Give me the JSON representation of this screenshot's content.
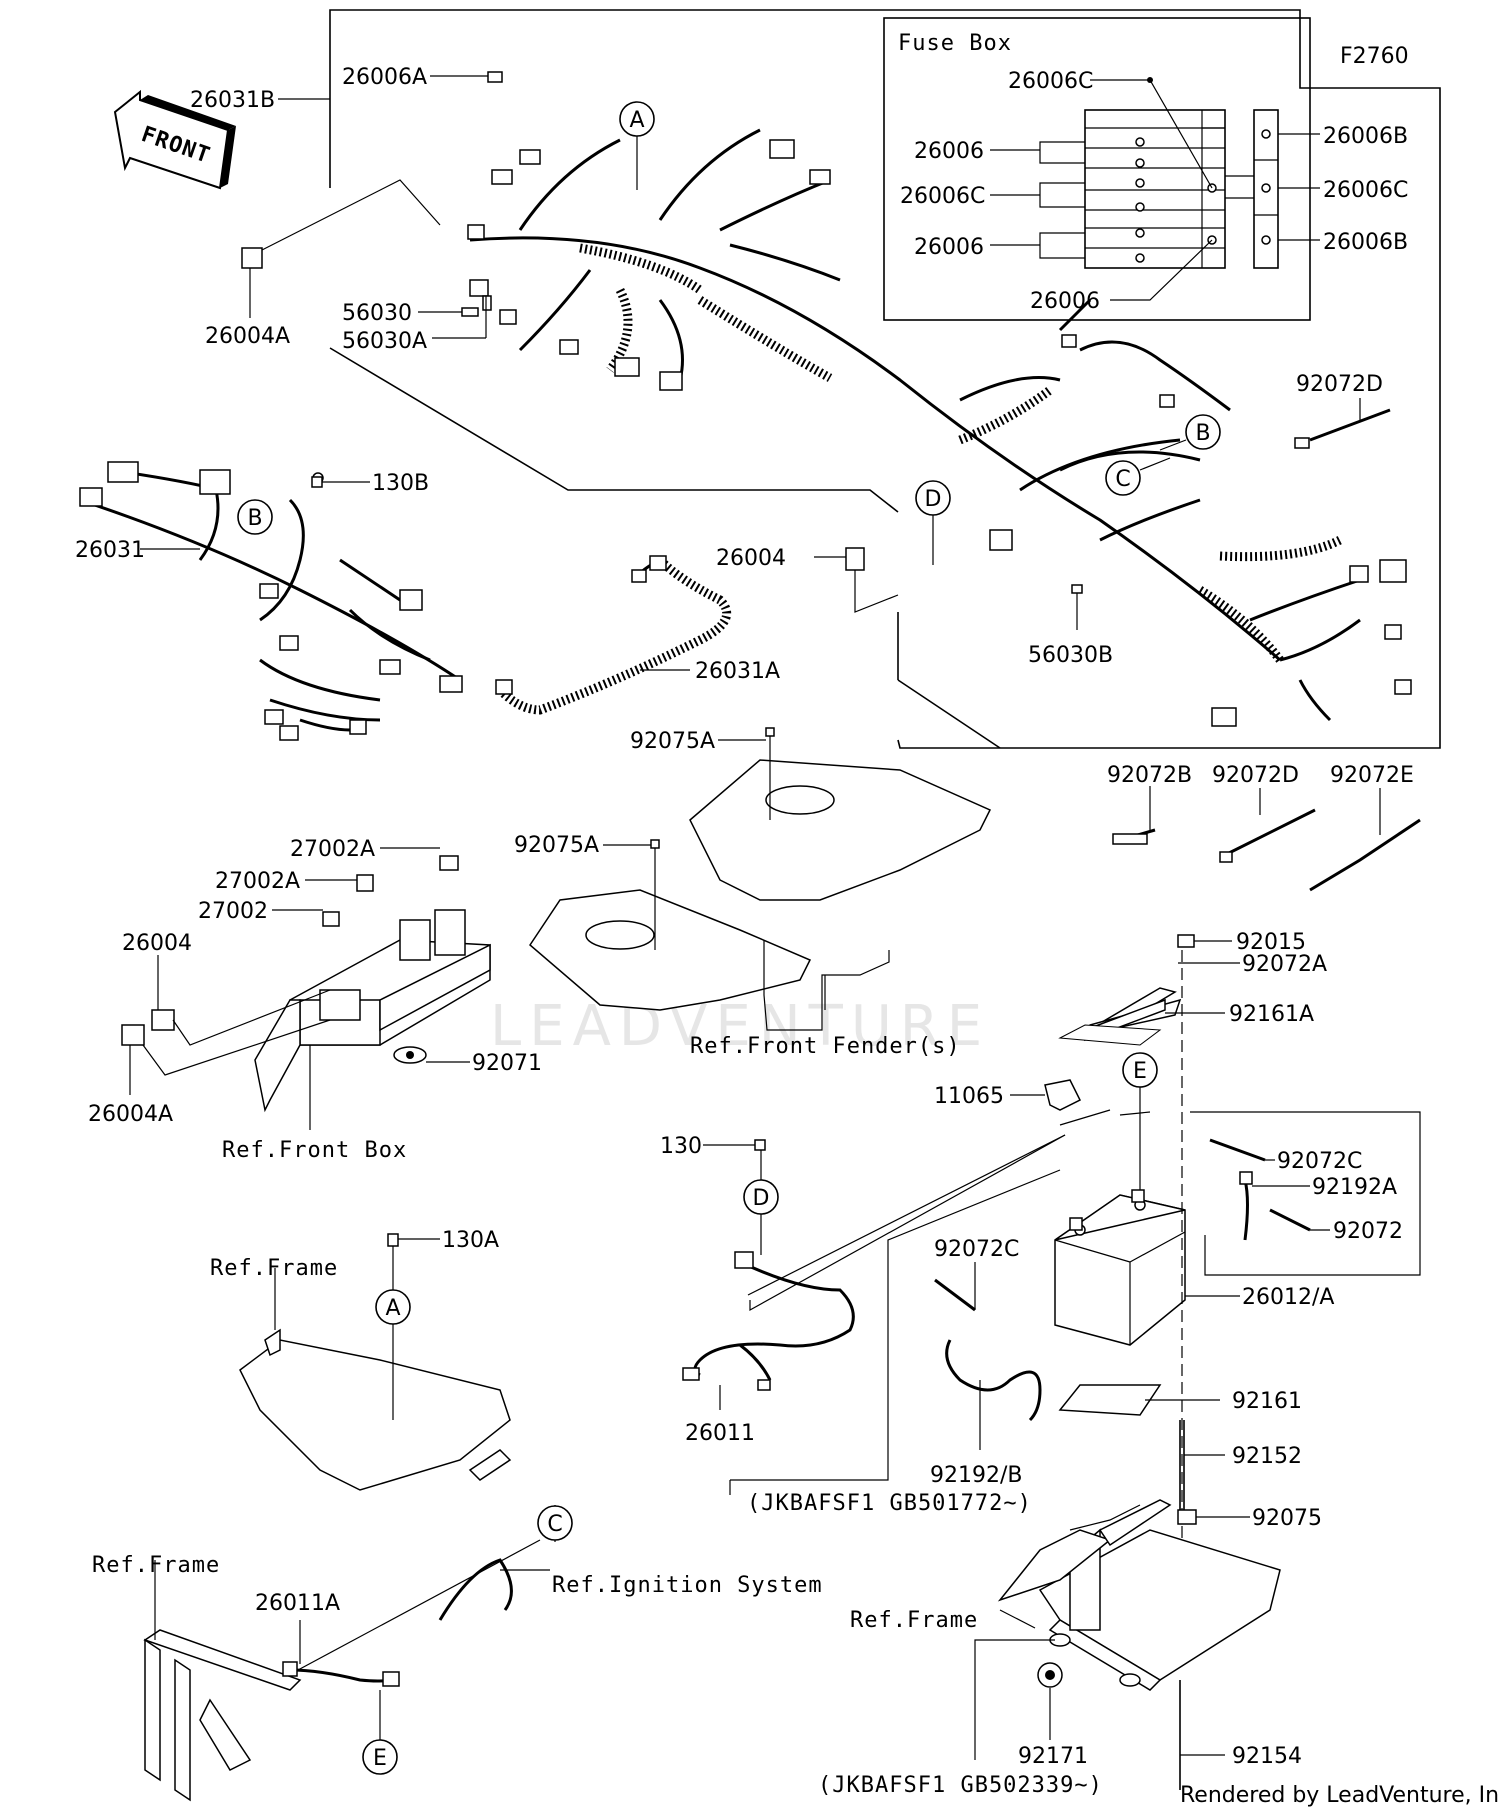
{
  "figure_code": "F2760",
  "footer": "Rendered by LeadVenture, Inc.",
  "watermark": "LEADVENTURE",
  "front_arrow": "FRONT",
  "fuse_box": {
    "title": "Fuse Box",
    "labels": [
      "26006C",
      "26006",
      "26006C",
      "26006",
      "26006",
      "26006B",
      "26006C",
      "26006B"
    ]
  },
  "callouts": [
    "26031B",
    "26006A",
    "26004A",
    "56030",
    "56030A",
    "26031",
    "130B",
    "26031A",
    "26004",
    "56030B",
    "92072D",
    "92075A",
    "92075A",
    "92072B",
    "92072D",
    "92072E",
    "27002A",
    "27002A",
    "27002",
    "26004",
    "26004A",
    "92071",
    "92015",
    "92072A",
    "92161A",
    "11065",
    "130",
    "92072C",
    "92192A",
    "92072",
    "92072C",
    "26012/A",
    "26011",
    "92192/B",
    "92161",
    "92152",
    "130A",
    "92075",
    "26011A",
    "92171",
    "92154"
  ],
  "references": [
    "Ref.Front Fender(s)",
    "Ref.Front Box",
    "Ref.Frame",
    "Ref.Frame",
    "Ref.Ignition System",
    "Ref.Frame"
  ],
  "serial_notes": [
    "(JKBAFSF1 GB501772~)",
    "(JKBAFSF1 GB502339~)"
  ],
  "markers": [
    "A",
    "A",
    "B",
    "B",
    "C",
    "C",
    "D",
    "D",
    "E",
    "E"
  ]
}
